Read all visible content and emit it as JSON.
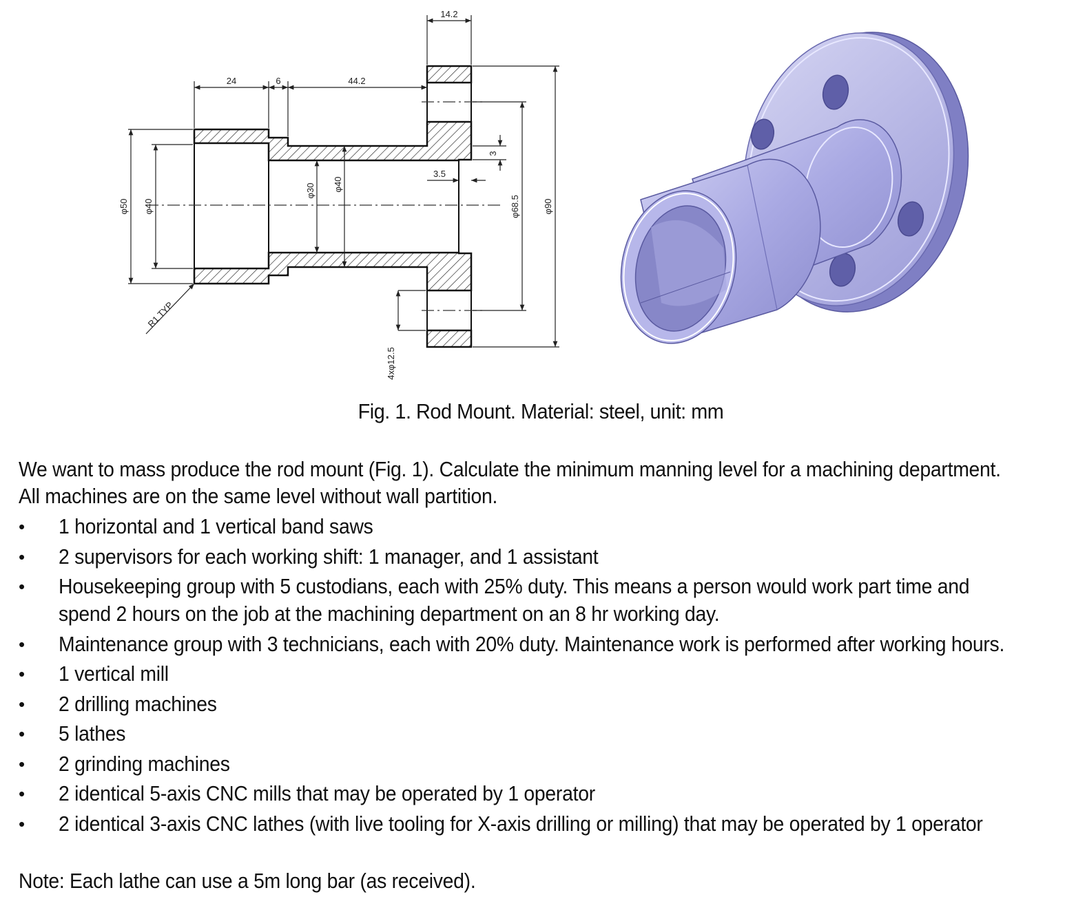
{
  "drawing": {
    "dims": {
      "d14_2": "14.2",
      "d24": "24",
      "d6": "6",
      "d44_2": "44.2",
      "d3": "3",
      "d3_5": "3.5",
      "phi50": "φ50",
      "phi40_left": "φ40",
      "phi30": "φ30",
      "phi40_inner": "φ40",
      "phi68_5": "φ68.5",
      "phi90": "φ90",
      "r1typ": "R1 TYP",
      "holes": "4xφ12.5"
    }
  },
  "caption": "Fig. 1. Rod Mount. Material: steel, unit: mm",
  "intro": {
    "line1": "We want to mass produce the rod mount (Fig. 1). Calculate the minimum manning level for a machining department.",
    "line2": "All machines are on the same level without wall partition."
  },
  "bullets": [
    {
      "lines": [
        "1 horizontal and 1 vertical band saws"
      ]
    },
    {
      "lines": [
        "2 supervisors for each working shift: 1 manager, and 1 assistant"
      ]
    },
    {
      "lines": [
        "Housekeeping group with 5 custodians, each with 25% duty. This means a person would work part time and",
        "spend 2 hours on the job at the machining department on an 8 hr working day."
      ]
    },
    {
      "lines": [
        "Maintenance group with 3 technicians, each with 20% duty. Maintenance work is performed after working hours."
      ]
    },
    {
      "lines": [
        "1 vertical mill"
      ]
    },
    {
      "lines": [
        "2 drilling machines"
      ]
    },
    {
      "lines": [
        "5 lathes"
      ]
    },
    {
      "lines": [
        "2 grinding machines"
      ]
    },
    {
      "lines": [
        "2 identical 5-axis CNC mills that may be operated by 1 operator"
      ]
    },
    {
      "lines": [
        "2 identical 3-axis CNC lathes (with live tooling for X-axis drilling or milling) that may be operated by 1 operator"
      ]
    }
  ],
  "bullet_symbol": "•",
  "note": "Note: Each lathe can use a 5m long bar (as received)."
}
